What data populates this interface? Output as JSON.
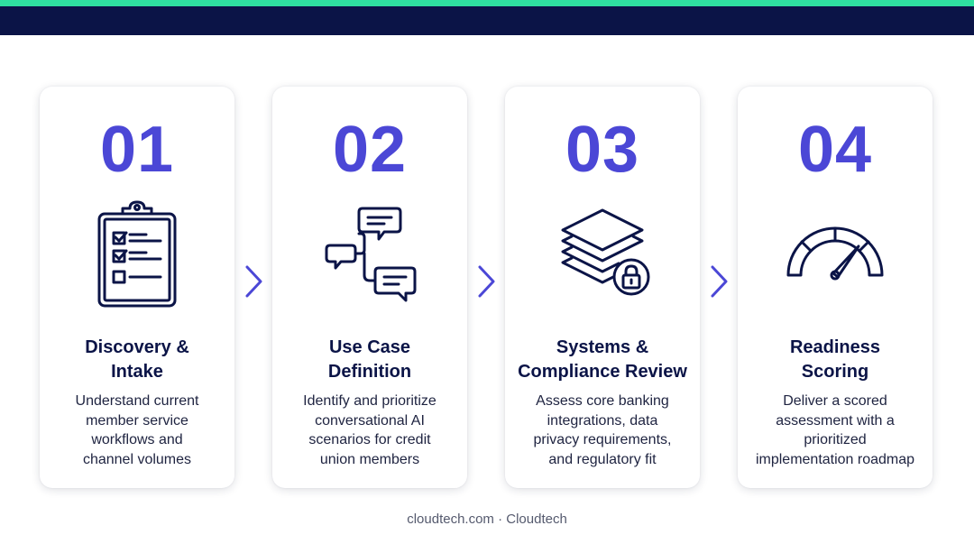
{
  "steps": [
    {
      "number": "01",
      "title_line1": "Discovery &",
      "title_line2": "Intake",
      "desc_lines": [
        "Understand current",
        "member service",
        "workflows and",
        "channel volumes"
      ],
      "icon": "clipboard-checklist-icon"
    },
    {
      "number": "02",
      "title_line1": "Use Case",
      "title_line2": "Definition",
      "desc_lines": [
        "Identify and prioritize",
        "conversational AI",
        "scenarios for credit",
        "union members"
      ],
      "icon": "chat-bubbles-icon"
    },
    {
      "number": "03",
      "title_line1": "Systems &",
      "title_line2": "Compliance Review",
      "desc_lines": [
        "Assess core banking",
        "integrations, data",
        "privacy requirements,",
        "and regulatory fit"
      ],
      "icon": "layers-lock-icon"
    },
    {
      "number": "04",
      "title_line1": "Readiness",
      "title_line2": "Scoring",
      "desc_lines": [
        "Deliver a scored",
        "assessment with a",
        "prioritized",
        "implementation roadmap"
      ],
      "icon": "gauge-icon"
    }
  ],
  "footer": "cloudtech.com · Cloudtech",
  "colors": {
    "accent": "#4b47d6",
    "navy": "#0b1447",
    "mint": "#2fe0a0"
  }
}
